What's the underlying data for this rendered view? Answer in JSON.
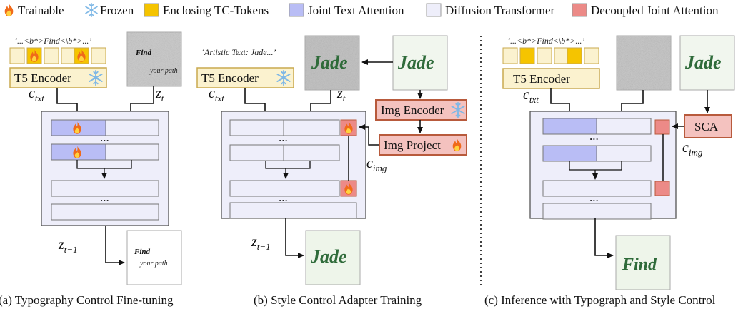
{
  "legend": {
    "trainable": "Trainable",
    "frozen": "Frozen",
    "enclosing": "Enclosing TC-Tokens",
    "joint_text_attention": "Joint Text Attention",
    "diffusion_transformer": "Diffusion Transformer",
    "decoupled_joint_attention": "Decoupled Joint Attention"
  },
  "colors": {
    "tc_token": "#f5c400",
    "joint_text": "#b9bdf5",
    "diffusion": "#eeeefa",
    "decoupled": "#ec8a87",
    "module_fill": "#fbf2cf",
    "module_border": "#c9a94e",
    "img_module_fill": "#f4c2bf",
    "img_module_border": "#b85a3c"
  },
  "icons": {
    "trainable": "fire-icon",
    "frozen": "snowflake-icon"
  },
  "panel_a": {
    "prompt": "‘...<b*>Find<\\b*>...’",
    "encoder": "T5 Encoder",
    "image_word_find": "Find",
    "image_word_path": "your path",
    "caption": "(a) Typography Control Fine-tuning"
  },
  "panel_b": {
    "prompt": "‘Artistic Text: Jade...’",
    "encoder": "T5 Encoder",
    "img_encoder": "Img Encoder",
    "img_project": "Img Project",
    "image_word": "Jade",
    "caption": "(b) Style Control Adapter Training"
  },
  "panel_c": {
    "prompt": "‘...<b*>Find<\\b*>...’",
    "encoder": "T5 Encoder",
    "sca": "SCA",
    "image_word": "Jade",
    "output_word": "Find",
    "caption": "(c) Inference with Typograph and Style Control"
  },
  "math": {
    "c": "c",
    "z": "z",
    "sub_txt": "txt",
    "sub_t": "t",
    "sub_t1": "t−1",
    "sub_img": "img",
    "ellipsis": "..."
  }
}
